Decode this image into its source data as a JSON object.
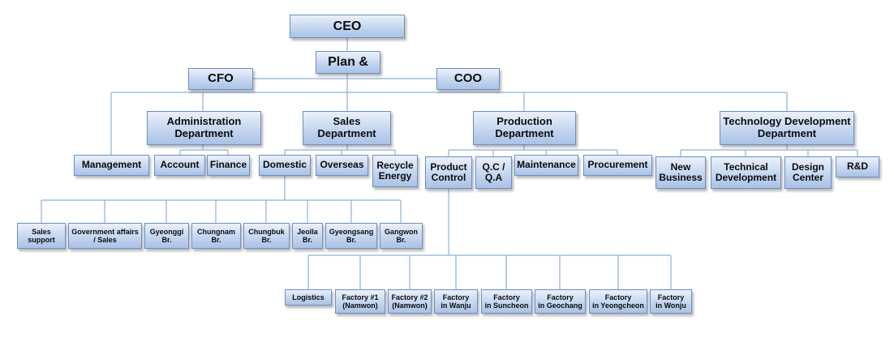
{
  "diagram": {
    "type": "org-chart",
    "nodes": {
      "ceo": "CEO",
      "plan": "Plan &",
      "cfo": "CFO",
      "coo": "COO",
      "admin_dept": "Administration\nDepartment",
      "sales_dept": "Sales\nDepartment",
      "production_dept": "Production\nDepartment",
      "tech_dept": "Technology Development\nDepartment",
      "management": "Management",
      "account": "Account",
      "finance": "Finance",
      "domestic": "Domestic",
      "overseas": "Overseas",
      "recycle_energy": "Recycle\nEnergy",
      "product_control": "Product\nControl",
      "qc_qa": "Q.C /\nQ.A",
      "maintenance": "Maintenance",
      "procurement": "Procurement",
      "new_business": "New\nBusiness",
      "technical_development": "Technical\nDevelopment",
      "design_center": "Design\nCenter",
      "rnd": "R&D",
      "sales_support": "Sales\nsupport",
      "gov_affairs_sales": "Government affairs\n/ Sales",
      "gyeonggi_br": "Gyeonggi\nBr.",
      "chungnam_br": "Chungnam\nBr.",
      "chungbuk_br": "Chungbuk\nBr.",
      "jeolla_br": "Jeolla\nBr.",
      "gyeongsang_br": "Gyeongsang\nBr.",
      "gangwon_br": "Gangwon\nBr.",
      "logistics": "Logistics",
      "factory_1_namwon": "Factory #1\n(Namwon)",
      "factory_2_namwon": "Factory #2\n(Namwon)",
      "factory_wanju": "Factory\nin Wanju",
      "factory_suncheon": "Factory\nin Suncheon",
      "factory_geochang": "Factory\nin Geochang",
      "factory_yeongcheon": "Factory\nin Yeongcheon",
      "factory_wonju": "Factory\nin Wonju"
    },
    "links": [
      [
        "ceo",
        "plan"
      ],
      [
        "plan",
        "cfo"
      ],
      [
        "plan",
        "coo"
      ],
      [
        "plan",
        "management"
      ],
      [
        "plan",
        "admin_dept"
      ],
      [
        "plan",
        "sales_dept"
      ],
      [
        "plan",
        "production_dept"
      ],
      [
        "plan",
        "tech_dept"
      ],
      [
        "admin_dept",
        "account"
      ],
      [
        "admin_dept",
        "finance"
      ],
      [
        "sales_dept",
        "domestic"
      ],
      [
        "sales_dept",
        "overseas"
      ],
      [
        "sales_dept",
        "recycle_energy"
      ],
      [
        "production_dept",
        "product_control"
      ],
      [
        "production_dept",
        "qc_qa"
      ],
      [
        "production_dept",
        "maintenance"
      ],
      [
        "production_dept",
        "procurement"
      ],
      [
        "tech_dept",
        "new_business"
      ],
      [
        "tech_dept",
        "technical_development"
      ],
      [
        "tech_dept",
        "design_center"
      ],
      [
        "tech_dept",
        "rnd"
      ],
      [
        "domestic",
        "sales_support"
      ],
      [
        "domestic",
        "gov_affairs_sales"
      ],
      [
        "domestic",
        "gyeonggi_br"
      ],
      [
        "domestic",
        "chungnam_br"
      ],
      [
        "domestic",
        "chungbuk_br"
      ],
      [
        "domestic",
        "jeolla_br"
      ],
      [
        "domestic",
        "gyeongsang_br"
      ],
      [
        "domestic",
        "gangwon_br"
      ],
      [
        "product_control",
        "logistics"
      ],
      [
        "product_control",
        "factory_1_namwon"
      ],
      [
        "product_control",
        "factory_2_namwon"
      ],
      [
        "product_control",
        "factory_wanju"
      ],
      [
        "product_control",
        "factory_suncheon"
      ],
      [
        "product_control",
        "factory_geochang"
      ],
      [
        "product_control",
        "factory_yeongcheon"
      ],
      [
        "product_control",
        "factory_wonju"
      ]
    ]
  }
}
